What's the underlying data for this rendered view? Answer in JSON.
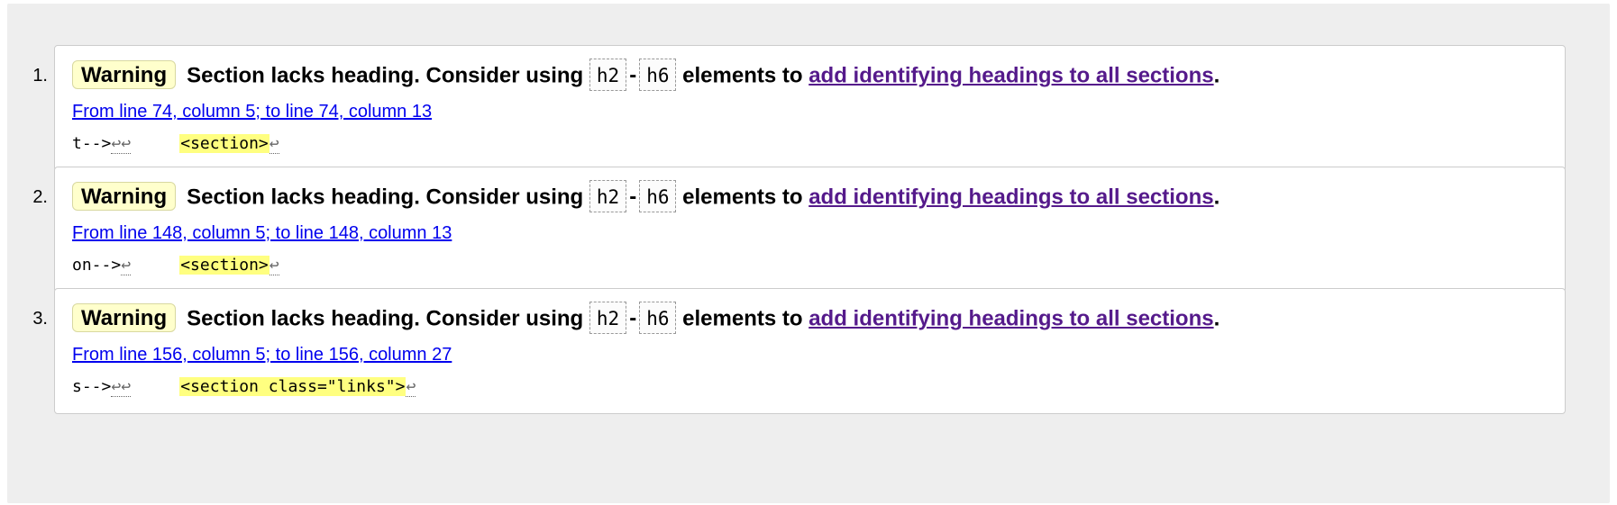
{
  "results": [
    {
      "number": "1.",
      "badge": "Warning",
      "message_lead": "Section lacks heading. Consider using",
      "code_start": "h2",
      "dash": "-",
      "code_end": "h6",
      "message_mid": "elements to",
      "help_link": "add identifying headings to all sections",
      "period": ".",
      "location": "From line 74, column 5; to line 74, column 13",
      "extract_prefix": "t-->",
      "extract_returns_before": "↩↩",
      "extract_gap": "     ",
      "extract_highlight": "<section>",
      "extract_return_after": "↩"
    },
    {
      "number": "2.",
      "badge": "Warning",
      "message_lead": "Section lacks heading. Consider using",
      "code_start": "h2",
      "dash": "-",
      "code_end": "h6",
      "message_mid": "elements to",
      "help_link": "add identifying headings to all sections",
      "period": ".",
      "location": "From line 148, column 5; to line 148, column 13",
      "extract_prefix": "on-->",
      "extract_returns_before": "↩",
      "extract_gap": "     ",
      "extract_highlight": "<section>",
      "extract_return_after": "↩"
    },
    {
      "number": "3.",
      "badge": "Warning",
      "message_lead": "Section lacks heading. Consider using",
      "code_start": "h2",
      "dash": "-",
      "code_end": "h6",
      "message_mid": "elements to",
      "help_link": "add identifying headings to all sections",
      "period": ".",
      "location": "From line 156, column 5; to line 156, column 27",
      "extract_prefix": "s-->",
      "extract_returns_before": "↩↩",
      "extract_gap": "     ",
      "extract_highlight": "<section class=\"links\">",
      "extract_return_after": "↩"
    }
  ]
}
